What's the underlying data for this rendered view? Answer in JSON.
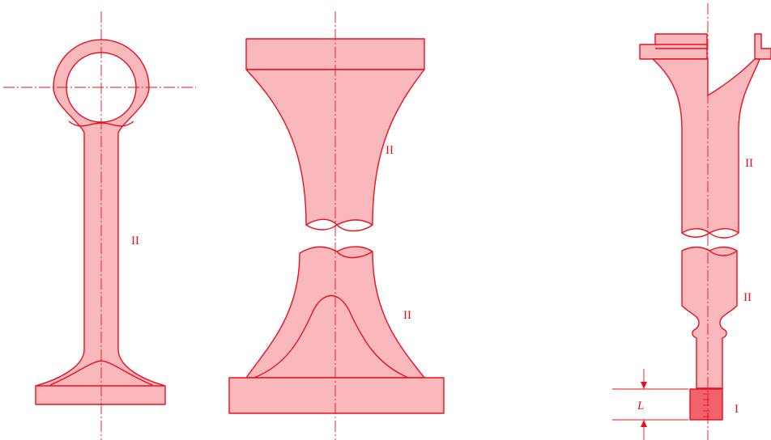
{
  "labels": {
    "zone_2": "II",
    "zone_1": "I",
    "length": "L"
  },
  "colors": {
    "line": "#e8101e",
    "fill": "#f9b8bc",
    "dark_fill": "#f0636b"
  }
}
